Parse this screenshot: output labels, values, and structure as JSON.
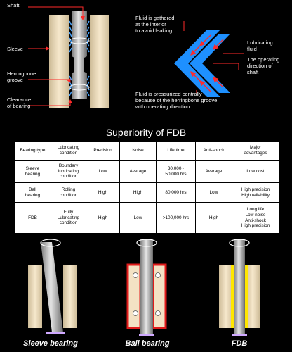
{
  "diagram": {
    "shaft_label": "Shaft",
    "sleeve_label": "Sleeve",
    "herringbone_label": "Herringbone\ngroove",
    "clearance_label": "Clearance\nof bearing",
    "fluid_gathered_label": "Fluid is gathered\nat the interior\nto avoid leaking.",
    "lubricating_fluid_label": "Lubricating\nfluid",
    "operating_direction_label": "The operating\ndirection of\nshaft",
    "fluid_pressurized_label": "Fluid is pressurized centrally\nbecause of the herringbone groove\nwith operating direction."
  },
  "title": "Superiority of FDB",
  "table": {
    "headers": [
      "Bearing type",
      "Lubricating\ncondition",
      "Precision",
      "Noise",
      "Life time",
      "Anti-shock",
      "Major\nadvantages"
    ],
    "rows": [
      [
        "Sleeve\nbearing",
        "Boundary\nlubricating\ncondition",
        "Low",
        "Average",
        "30,000~\n50,000 hrs",
        "Average",
        "Low cost"
      ],
      [
        "Ball\nbearing",
        "Rolling\ncondition",
        "High",
        "High",
        "80,000 hrs",
        "Low",
        "High precision\nHigh reliability"
      ],
      [
        "FDB",
        "Fully\nLubricating\ncondition",
        "High",
        "Low",
        ">100,000 hrs",
        "High",
        "Long life\nLow noise\nAnti-shock\nHigh precision"
      ]
    ]
  },
  "captions": {
    "sleeve": "Sleeve bearing",
    "ball": "Ball bearing",
    "fdb": "FDB"
  },
  "colors": {
    "sleeve": "#f3e2c4",
    "shaft": "#b8b8b8",
    "groove": "#4aa6ff",
    "arrow": "#ff2a2a",
    "fluid_band": "#1e90ff",
    "fdb_fluid": "#ffe600",
    "ball_sleeve": "#e01a1a"
  }
}
